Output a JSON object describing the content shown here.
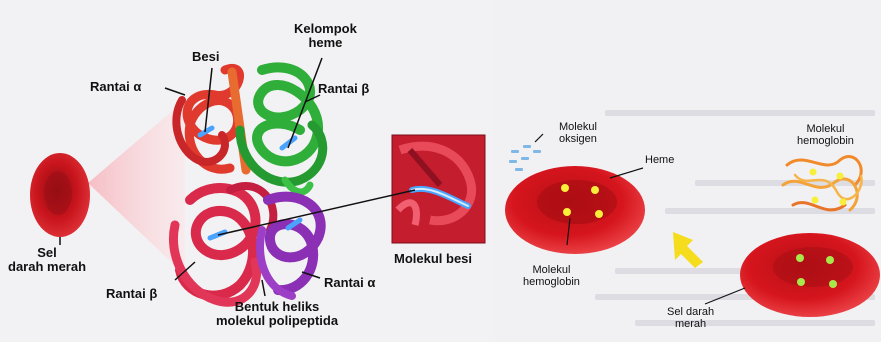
{
  "left_diagram": {
    "labels": {
      "besi": "Besi",
      "kelompok_heme": "Kelompok\nheme",
      "rantai_alpha_top": "Rantai α",
      "rantai_beta_top": "Rantai β",
      "sel_darah_merah": "Sel\ndarah merah",
      "molekul_besi": "Molekul besi",
      "rantai_beta_bottom": "Rantai β",
      "rantai_alpha_bottom": "Rantai α",
      "bentuk_heliks": "Bentuk heliks\nmolekul polipeptida"
    },
    "colors": {
      "alpha_red": "#e03a2e",
      "beta_green": "#2fae3a",
      "beta_red": "#d92a4c",
      "alpha_purple": "#8b2fb5",
      "iron_blue": "#4aa3ff",
      "cell_red": "#c8141c"
    }
  },
  "right_diagram": {
    "labels": {
      "molekul_oksigen": "Molekul\noksigen",
      "heme": "Heme",
      "molekul_hemoglobin_left": "Molekul\nhemoglobin",
      "molekul_hemoglobin_right": "Molekul\nhemoglobin",
      "sel_darah_merah": "Sel darah\nmerah"
    },
    "colors": {
      "cell_red": "#d6151d",
      "arrow_yellow": "#f5dc1c",
      "heme_yellow": "#f7ef3a",
      "heme_green": "#a8e84a",
      "oxygen_blue": "#7fb8e6"
    }
  }
}
